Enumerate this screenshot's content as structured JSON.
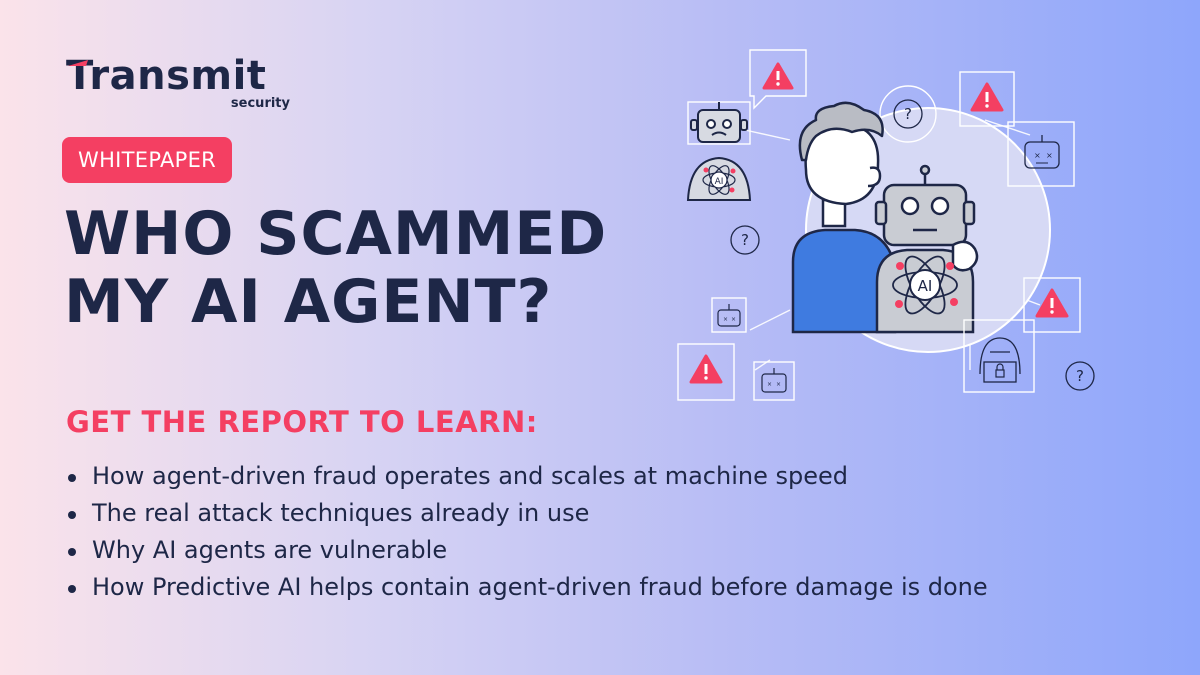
{
  "brand": {
    "name": "Transmit",
    "sub": "security"
  },
  "badge": "WHITEPAPER",
  "headline": "WHO SCAMMED MY AI AGENT?",
  "subhead": "GET THE REPORT TO LEARN:",
  "bullets": [
    "How agent-driven fraud operates and scales at machine speed",
    "The real attack techniques already in use",
    "Why AI agents are vulnerable",
    "How Predictive AI helps contain agent-driven fraud before damage is done"
  ],
  "illustration": {
    "robot_chip_label": "AI",
    "small_chip_label": "AI"
  },
  "colors": {
    "accent": "#f43f62",
    "navy": "#1e2747",
    "person_shirt": "#3f7be0",
    "robot_gray": "#c9ccd3"
  },
  "icons": [
    "warning-icon",
    "question-icon",
    "robot-icon",
    "hacker-icon",
    "lock-icon",
    "atom-icon"
  ]
}
